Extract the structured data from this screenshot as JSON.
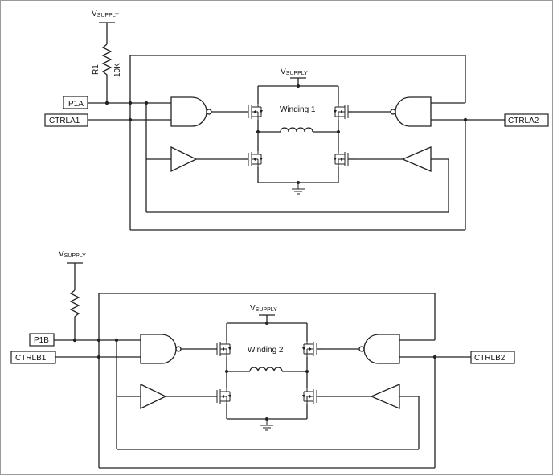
{
  "circuit_a": {
    "supply_top": {
      "main": "V",
      "sub": "SUPPLY"
    },
    "resistor_name": "R1",
    "resistor_value": "10K",
    "port_in": "P1A",
    "ctrl_left": "CTRLA1",
    "ctrl_right": "CTRLA2",
    "bridge_supply": {
      "main": "V",
      "sub": "SUPPLY"
    },
    "winding": "Winding 1"
  },
  "circuit_b": {
    "supply_top": {
      "main": "V",
      "sub": "SUPPLY"
    },
    "port_in": "P1B",
    "ctrl_left": "CTRLB1",
    "ctrl_right": "CTRLB2",
    "bridge_supply": {
      "main": "V",
      "sub": "SUPPLY"
    },
    "winding": "Winding 2"
  }
}
